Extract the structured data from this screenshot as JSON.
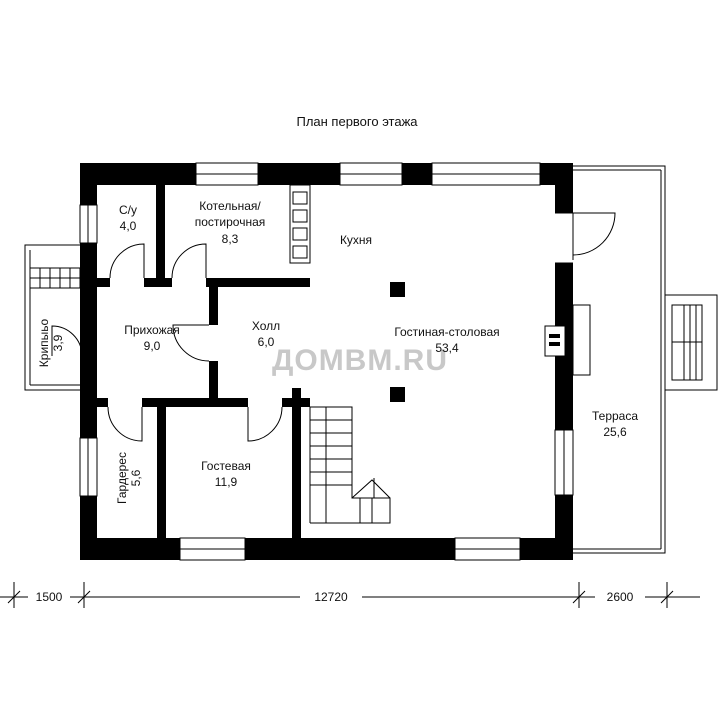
{
  "title": "План первого этажа",
  "watermark": "ДОМВМ.RU",
  "rooms": {
    "su": {
      "name": "С/у",
      "area": "4,0"
    },
    "boiler": {
      "name_line1": "Котельная/",
      "name_line2": "постирочная",
      "area": "8,3"
    },
    "kitchen": {
      "name": "Кухня"
    },
    "hall_entry": {
      "name": "Прихожая",
      "area": "9,0"
    },
    "hall": {
      "name": "Холл",
      "area": "6,0"
    },
    "living": {
      "name": "Гостиная-столовая",
      "area": "53,4"
    },
    "pantry": {
      "name": "Крипыьо",
      "area": "3,9"
    },
    "wardrobe": {
      "name": "Гардерес",
      "area": "5,6"
    },
    "guest": {
      "name": "Гостевая",
      "area": "11,9"
    },
    "terrace": {
      "name": "Терраса",
      "area": "25,6"
    }
  },
  "dimensions": {
    "left": "1500",
    "main": "12720",
    "right": "2600"
  }
}
